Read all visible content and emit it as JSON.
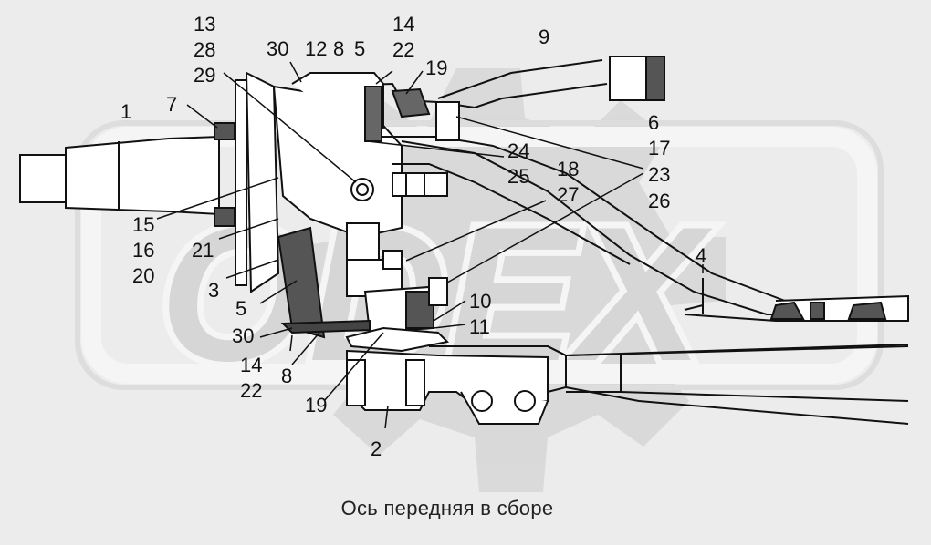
{
  "drawing": {
    "caption": "Ось передняя в сборе",
    "watermark_text": "ODEX",
    "callouts": [
      {
        "id": "c13",
        "text": "13"
      },
      {
        "id": "c28",
        "text": "28"
      },
      {
        "id": "c29",
        "text": "29"
      },
      {
        "id": "c30a",
        "text": "30"
      },
      {
        "id": "c12",
        "text": "12"
      },
      {
        "id": "c8a",
        "text": "8"
      },
      {
        "id": "c5a",
        "text": "5"
      },
      {
        "id": "c14a",
        "text": "14"
      },
      {
        "id": "c22a",
        "text": "22"
      },
      {
        "id": "c19a",
        "text": "19"
      },
      {
        "id": "c9",
        "text": "9"
      },
      {
        "id": "c7",
        "text": "7"
      },
      {
        "id": "c1",
        "text": "1"
      },
      {
        "id": "c6",
        "text": "6"
      },
      {
        "id": "c24",
        "text": "24"
      },
      {
        "id": "c25",
        "text": "25"
      },
      {
        "id": "c17",
        "text": "17"
      },
      {
        "id": "c18",
        "text": "18"
      },
      {
        "id": "c23",
        "text": "23"
      },
      {
        "id": "c27",
        "text": "27"
      },
      {
        "id": "c26",
        "text": "26"
      },
      {
        "id": "c15",
        "text": "15"
      },
      {
        "id": "c16",
        "text": "16"
      },
      {
        "id": "c20",
        "text": "20"
      },
      {
        "id": "c21",
        "text": "21"
      },
      {
        "id": "c4",
        "text": "4"
      },
      {
        "id": "c3",
        "text": "3"
      },
      {
        "id": "c5b",
        "text": "5"
      },
      {
        "id": "c10",
        "text": "10"
      },
      {
        "id": "c11",
        "text": "11"
      },
      {
        "id": "c30b",
        "text": "30"
      },
      {
        "id": "c14b",
        "text": "14"
      },
      {
        "id": "c22b",
        "text": "22"
      },
      {
        "id": "c8b",
        "text": "8"
      },
      {
        "id": "c19b",
        "text": "19"
      },
      {
        "id": "c2",
        "text": "2"
      }
    ]
  }
}
